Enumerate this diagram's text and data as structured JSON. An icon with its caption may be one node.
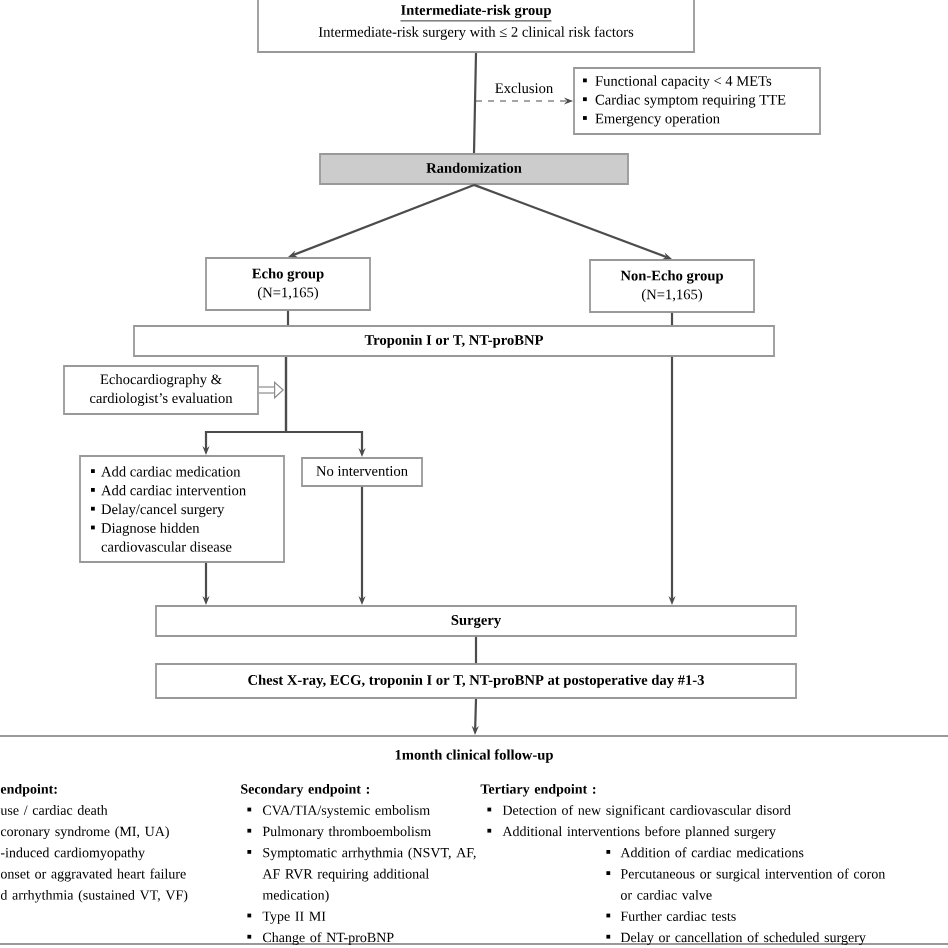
{
  "diagram": {
    "nodes": [
      {
        "text": [
          "Intermediate-risk group",
          "Intermediate-risk surgery with ≤ 2 clinical risk factors"
        ]
      },
      {
        "text": [
          "Functional capacity < 4 METs",
          "Cardiac symptom requiring TTE",
          "Emergency operation"
        ]
      },
      {
        "text": [
          "Randomization"
        ]
      },
      {
        "text": [
          "Echo group",
          "(N=1,165)"
        ]
      },
      {
        "text": [
          "Non-Echo group",
          "(N=1,165)"
        ]
      },
      {
        "text": [
          "Troponin I or T, NT-proBNP"
        ]
      },
      {
        "text": [
          "Echocardiography & cardiologist’s evaluation"
        ]
      },
      {
        "text": [
          "Add cardiac medication",
          "Add cardiac intervention",
          "Delay/cancel surgery",
          "Diagnose hidden cardiovascular disease"
        ]
      },
      {
        "text": [
          "No intervention"
        ]
      },
      {
        "text": [
          "Surgery"
        ]
      },
      {
        "text": [
          "Chest X-ray, ECG, troponin I or T, NT-proBNP at postoperative day #1-3"
        ]
      },
      {
        "text": [
          "1month clinical follow-up",
          "endpoint:",
          "use / cardiac death",
          "coronary syndrome (MI, UA)",
          "-induced cardiomyopathy",
          "onset or aggravated heart failure",
          "d arrhythmia (sustained VT, VF)",
          "Secondary endpoint :",
          "CVA/TIA/systemic embolism",
          "Pulmonary thromboembolism",
          "Symptomatic arrhythmia (NSVT, AF, AF RVR requiring additional medication)",
          "Type II MI",
          "Change of NT-proBNP",
          "Tertiary endpoint :",
          "Detection of new significant cardiovascular disord",
          "Additional interventions before planned surgery",
          "Addition of cardiac medications",
          "Percutaneous or surgical intervention of coron or cardiac valve",
          "Further cardiac tests",
          "Delay or cancellation of scheduled surgery"
        ]
      }
    ],
    "edges": [
      {
        "from": 0,
        "to": 2,
        "arrow": "none"
      },
      {
        "from": null,
        "to": 1,
        "arrow": "to",
        "label": "Exclusion",
        "style": "dashed"
      },
      {
        "from": 2,
        "to": 3,
        "arrow": "to"
      },
      {
        "from": 2,
        "to": 4,
        "arrow": "to"
      },
      {
        "from": 3,
        "to": 5,
        "arrow": "none"
      },
      {
        "from": 4,
        "to": 5,
        "arrow": "none"
      },
      {
        "from": 6,
        "to": null,
        "arrow": "to",
        "style": "thick"
      },
      {
        "from": 5,
        "to": 7,
        "arrow": "to"
      },
      {
        "from": 5,
        "to": 8,
        "arrow": "to"
      },
      {
        "from": 7,
        "to": 9,
        "arrow": "to"
      },
      {
        "from": 8,
        "to": 9,
        "arrow": "to"
      },
      {
        "from": 5,
        "to": 9,
        "arrow": "to"
      },
      {
        "from": 9,
        "to": 10,
        "arrow": "none"
      },
      {
        "from": 10,
        "to": 11,
        "arrow": "to"
      }
    ]
  }
}
